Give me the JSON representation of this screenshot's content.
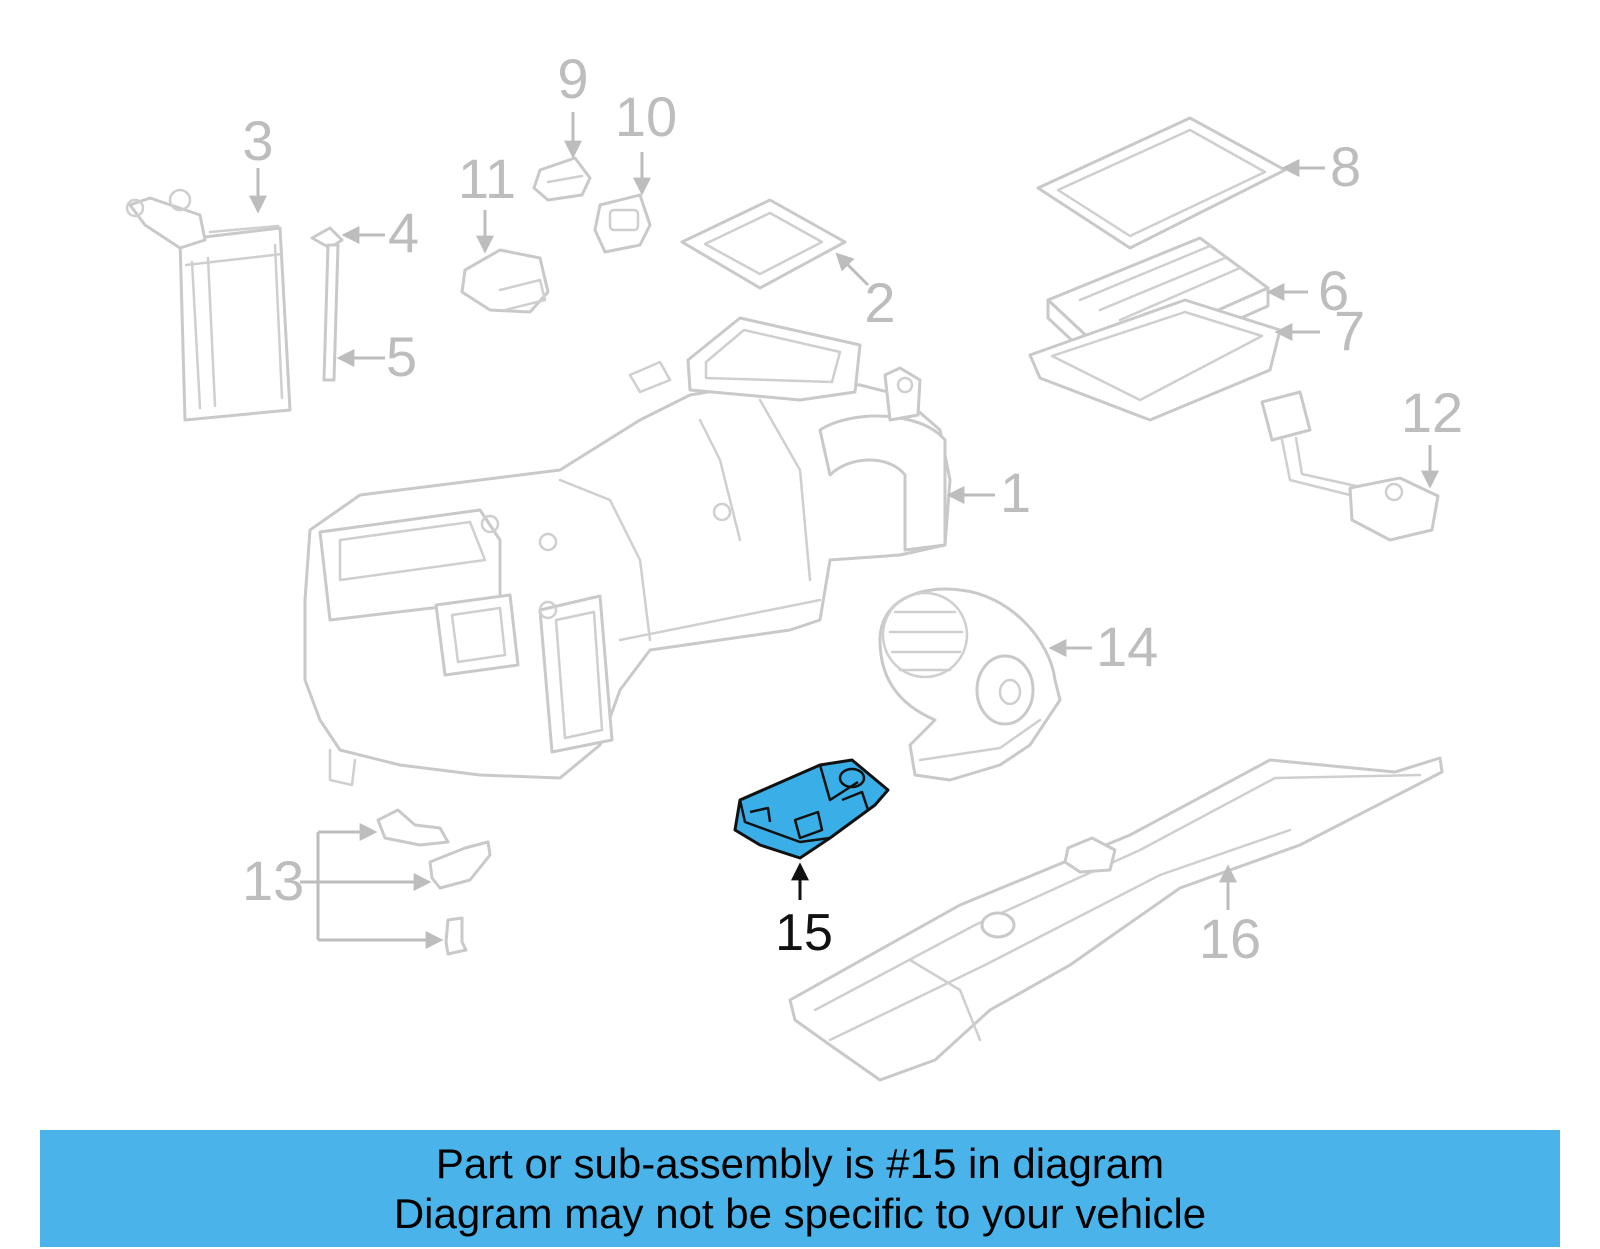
{
  "diagram": {
    "callouts": {
      "c1": "1",
      "c2": "2",
      "c3": "3",
      "c4": "4",
      "c5": "5",
      "c6": "6",
      "c7": "7",
      "c8": "8",
      "c9": "9",
      "c10": "10",
      "c11": "11",
      "c12": "12",
      "c13": "13",
      "c14": "14",
      "c15": "15",
      "c16": "16"
    },
    "highlighted_part": "15",
    "colors": {
      "highlight": "#3aaee6",
      "banner": "#4ab4ea",
      "linework": "#c9c9c9"
    }
  },
  "banner": {
    "line1": "Part or sub-assembly is #15 in diagram",
    "line2": "Diagram may not be specific to your vehicle"
  }
}
